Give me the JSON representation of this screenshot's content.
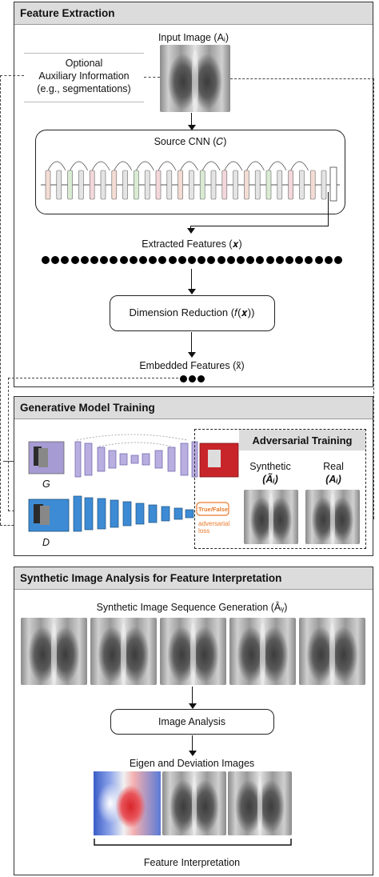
{
  "panel1": {
    "title": "Feature Extraction",
    "input_image_label": "Input Image (Aᵢ)",
    "aux_lines": [
      "Optional",
      "Auxiliary Information",
      "(e.g., segmentations)"
    ],
    "cnn_label": "Source CNN (𝐶)",
    "extracted_label": "Extracted Features (𝒙)",
    "dim_reduction_label": "Dimension Reduction (𝑓(𝒙))",
    "embedded_label": "Embedded Features (x̃)"
  },
  "panel2": {
    "title": "Generative Model Training",
    "adversarial_title": "Adversarial Training",
    "synthetic_label": "Synthetic",
    "synthetic_symbol": "(Ãᵢ)",
    "real_label": "Real",
    "real_symbol": "(Aᵢ)",
    "generator_label": "G",
    "discriminator_label": "D",
    "true_false_label": "True/False",
    "adversarial_loss_label": "adversarial loss"
  },
  "panel3": {
    "title": "Synthetic Image Analysis for Feature Interpretation",
    "sequence_label": "Synthetic Image Sequence Generation (Âᵧ)",
    "image_analysis_label": "Image Analysis",
    "eigen_label": "Eigen and Deviation Images",
    "interpretation_label": "Feature Interpretation"
  },
  "colors": {
    "panel_header_bg": "#dcdcdc",
    "generator_layers": "#b9aee0",
    "discriminator_layers": "#3d8bd4",
    "output_red": "#c8252a",
    "loss_orange": "#e97a2b"
  }
}
